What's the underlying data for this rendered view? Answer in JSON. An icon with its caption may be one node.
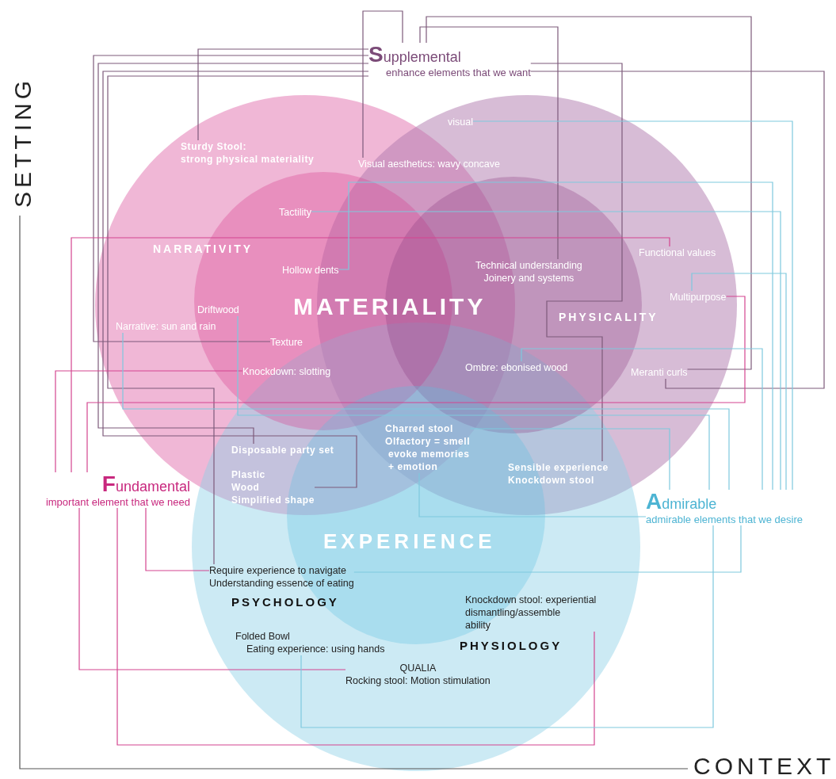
{
  "diagram": {
    "nodes": [
      {
        "text": [
          "Supplemental",
          "enhance elements that we want"
        ]
      },
      {
        "text": [
          "Fundamental",
          "important element that we need"
        ]
      },
      {
        "text": [
          "Admirable",
          "admirable elements that we desire"
        ]
      },
      {
        "text": [
          "visual"
        ]
      },
      {
        "text": [
          "Sturdy Stool:",
          "strong physical materiality"
        ]
      },
      {
        "text": [
          "Visual aesthetics: wavy concave"
        ]
      },
      {
        "text": [
          "Tactility"
        ]
      },
      {
        "text": [
          "Functional values"
        ]
      },
      {
        "text": [
          "Hollow dents"
        ]
      },
      {
        "text": [
          "Technical understanding",
          "Joinery and systems"
        ]
      },
      {
        "text": [
          "Multipurpose"
        ]
      },
      {
        "text": [
          "Driftwood"
        ]
      },
      {
        "text": [
          "Narrative: sun and rain"
        ]
      },
      {
        "text": [
          "Texture"
        ]
      },
      {
        "text": [
          "Knockdown: slotting"
        ]
      },
      {
        "text": [
          "Ombre: ebonised wood"
        ]
      },
      {
        "text": [
          "Meranti curls"
        ]
      },
      {
        "text": [
          "Disposable party set"
        ]
      },
      {
        "text": [
          "Plastic",
          "Wood",
          "Simplified shape"
        ]
      },
      {
        "text": [
          "Charred stool",
          "Olfactory = smell",
          "evoke memories",
          "+ emotion"
        ]
      },
      {
        "text": [
          "Sensible experience",
          "Knockdown stool"
        ]
      },
      {
        "text": [
          "Require experience to navigate",
          "Understanding essence of eating"
        ]
      },
      {
        "text": [
          "Knockdown stool: experiential",
          "dismantling/assemble ability"
        ]
      },
      {
        "text": [
          "Folded Bowl",
          "Eating experience: using hands"
        ]
      },
      {
        "text": [
          "QUALIA",
          "Rocking stool: Motion stimulation"
        ]
      }
    ],
    "edges": [
      {
        "from": 0,
        "to": 4,
        "arrow": "none",
        "color": "#7d5a7b"
      },
      {
        "from": 0,
        "to": 5,
        "arrow": "none",
        "color": "#7d5a7b"
      },
      {
        "from": 0,
        "to": 13,
        "arrow": "none",
        "color": "#7d5a7b"
      },
      {
        "from": 0,
        "to": 17,
        "arrow": "none",
        "color": "#7d5a7b"
      },
      {
        "from": 0,
        "to": 18,
        "arrow": "none",
        "color": "#7d5a7b"
      },
      {
        "from": 0,
        "to": 21,
        "arrow": "none",
        "color": "#7d5a7b"
      },
      {
        "from": 0,
        "to": 9,
        "arrow": "none",
        "color": "#7d5a7b"
      },
      {
        "from": 0,
        "to": 20,
        "arrow": "none",
        "color": "#7d5a7b"
      },
      {
        "from": 0,
        "to": 16,
        "arrow": "none",
        "color": "#7d5a7b"
      },
      {
        "from": 0,
        "to": 16,
        "arrow": "none",
        "color": "#7d5a7b"
      },
      {
        "from": 1,
        "to": 7,
        "arrow": "none",
        "color": "#d4458f"
      },
      {
        "from": 1,
        "to": 14,
        "arrow": "none",
        "color": "#d4458f"
      },
      {
        "from": 1,
        "to": 10,
        "arrow": "none",
        "color": "#d4458f"
      },
      {
        "from": 1,
        "to": 24,
        "arrow": "none",
        "color": "#d4458f"
      },
      {
        "from": 1,
        "to": 21,
        "arrow": "none",
        "color": "#d4458f"
      },
      {
        "from": 1,
        "to": 22,
        "arrow": "none",
        "color": "#d4458f"
      },
      {
        "from": 2,
        "to": 3,
        "arrow": "none"
      },
      {
        "from": 2,
        "to": 6,
        "arrow": "none"
      },
      {
        "from": 2,
        "to": 8,
        "arrow": "none"
      },
      {
        "from": 2,
        "to": 10,
        "arrow": "none"
      },
      {
        "from": 2,
        "to": 15,
        "arrow": "none"
      },
      {
        "from": 2,
        "to": 11,
        "arrow": "none"
      },
      {
        "from": 2,
        "to": 12,
        "arrow": "none"
      },
      {
        "from": 2,
        "to": 19,
        "arrow": "none"
      },
      {
        "from": 2,
        "to": 19,
        "arrow": "none"
      },
      {
        "from": 2,
        "to": 21,
        "arrow": "none"
      },
      {
        "from": 2,
        "to": 23,
        "arrow": "none"
      }
    ],
    "labels": [
      "SETTING",
      "NARRATIVITY",
      "MATERIALITY",
      "PHYSICALITY",
      "EXPERIENCE",
      "PSYCHOLOGY",
      "PHYSIOLOGY",
      "CONTEXT"
    ]
  }
}
